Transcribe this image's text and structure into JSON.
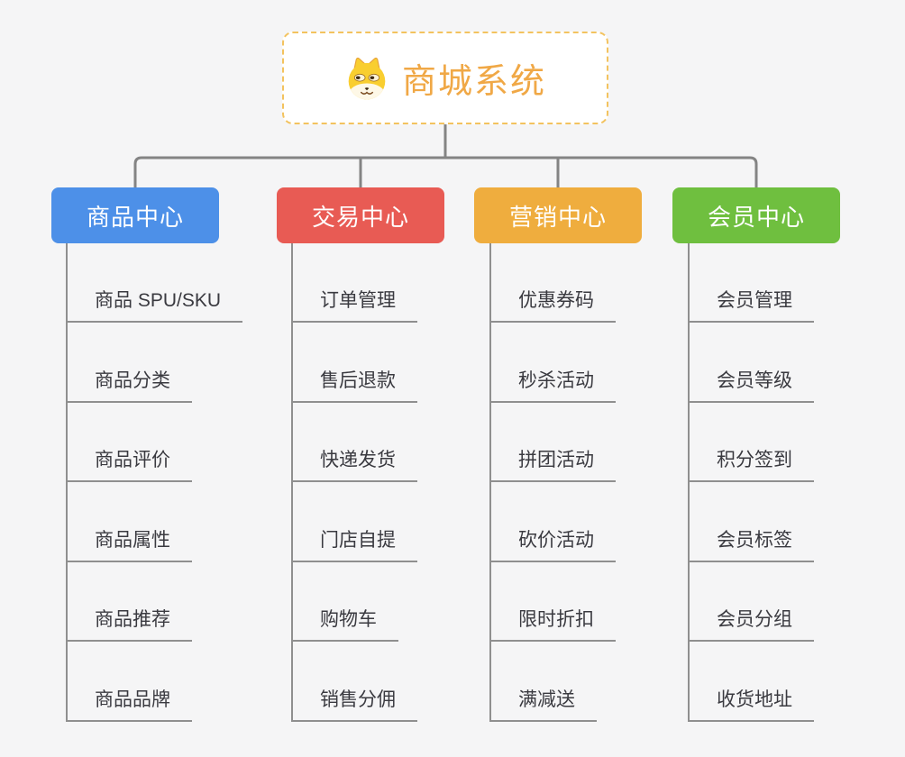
{
  "root": {
    "title": "商城系统",
    "icon": "dog-face-icon",
    "title_color": "#F0A846",
    "border_color": "#F3C35F"
  },
  "connector_color": "#848484",
  "branches": [
    {
      "label": "商品中心",
      "color": "#4D90E8",
      "items": [
        "商品 SPU/SKU",
        "商品分类",
        "商品评价",
        "商品属性",
        "商品推荐",
        "商品品牌"
      ]
    },
    {
      "label": "交易中心",
      "color": "#E85B54",
      "items": [
        "订单管理",
        "售后退款",
        "快递发货",
        "门店自提",
        "购物车",
        "销售分佣"
      ]
    },
    {
      "label": "营销中心",
      "color": "#EFAD3E",
      "items": [
        "优惠券码",
        "秒杀活动",
        "拼团活动",
        "砍价活动",
        "限时折扣",
        "满减送"
      ]
    },
    {
      "label": "会员中心",
      "color": "#6FBF3F",
      "items": [
        "会员管理",
        "会员等级",
        "积分签到",
        "会员标签",
        "会员分组",
        "收货地址"
      ]
    }
  ]
}
